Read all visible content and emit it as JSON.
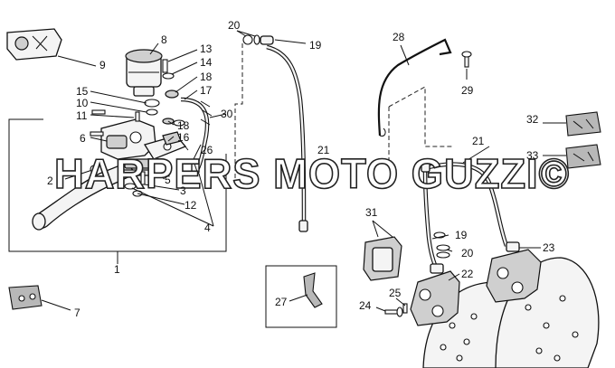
{
  "watermark": "HARPERS MOTO GUZZI©",
  "callouts": [
    {
      "id": "1",
      "label": "1"
    },
    {
      "id": "2",
      "label": "2"
    },
    {
      "id": "3",
      "label": "3"
    },
    {
      "id": "4",
      "label": "4"
    },
    {
      "id": "5",
      "label": "5"
    },
    {
      "id": "6",
      "label": "6"
    },
    {
      "id": "7",
      "label": "7"
    },
    {
      "id": "8",
      "label": "8"
    },
    {
      "id": "9",
      "label": "9"
    },
    {
      "id": "10",
      "label": "10"
    },
    {
      "id": "11",
      "label": "11"
    },
    {
      "id": "12",
      "label": "12"
    },
    {
      "id": "13",
      "label": "13"
    },
    {
      "id": "14",
      "label": "14"
    },
    {
      "id": "15",
      "label": "15"
    },
    {
      "id": "16",
      "label": "16"
    },
    {
      "id": "17",
      "label": "17"
    },
    {
      "id": "18a",
      "label": "18"
    },
    {
      "id": "18b",
      "label": "18"
    },
    {
      "id": "19a",
      "label": "19"
    },
    {
      "id": "19b",
      "label": "19"
    },
    {
      "id": "20a",
      "label": "20"
    },
    {
      "id": "20b",
      "label": "20"
    },
    {
      "id": "21a",
      "label": "21"
    },
    {
      "id": "21b",
      "label": "21"
    },
    {
      "id": "22",
      "label": "22"
    },
    {
      "id": "23",
      "label": "23"
    },
    {
      "id": "24",
      "label": "24"
    },
    {
      "id": "25",
      "label": "25"
    },
    {
      "id": "26",
      "label": "26"
    },
    {
      "id": "27",
      "label": "27"
    },
    {
      "id": "28",
      "label": "28"
    },
    {
      "id": "29",
      "label": "29"
    },
    {
      "id": "30",
      "label": "30"
    },
    {
      "id": "31",
      "label": "31"
    },
    {
      "id": "32",
      "label": "32"
    },
    {
      "id": "33",
      "label": "33"
    }
  ]
}
